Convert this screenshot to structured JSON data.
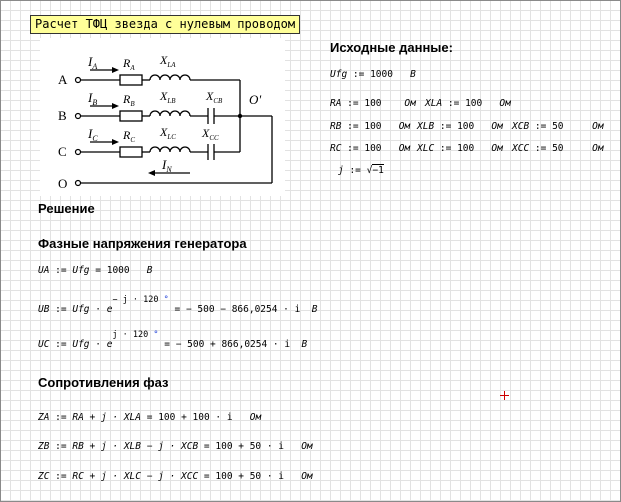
{
  "title": "Расчет ТФЦ звезда с нулевым проводом",
  "given": {
    "heading": "Исходные данные:",
    "ufg": {
      "name": "Ufg",
      "value": "1000",
      "unit": "В"
    },
    "ra": {
      "name": "RA",
      "value": "100",
      "unit": "Ом"
    },
    "xla": {
      "name": "XLA",
      "value": "100",
      "unit": "Ом"
    },
    "rb": {
      "name": "RB",
      "value": "100",
      "unit": "Ом"
    },
    "xlb": {
      "name": "XLB",
      "value": "100",
      "unit": "Ом"
    },
    "xcb": {
      "name": "XCB",
      "value": "50",
      "unit": "Ом"
    },
    "rc": {
      "name": "RC",
      "value": "100",
      "unit": "Ом"
    },
    "xlc": {
      "name": "XLC",
      "value": "100",
      "unit": "Ом"
    },
    "xcc": {
      "name": "XCC",
      "value": "50",
      "unit": "Ом"
    },
    "j": {
      "name": "j",
      "radicand": "−1"
    }
  },
  "circuit": {
    "nodes": [
      "A",
      "B",
      "C",
      "O"
    ],
    "neutral_point": "O'",
    "currents": [
      "I",
      "I",
      "I",
      "I"
    ],
    "current_subs": [
      "A",
      "B",
      "C",
      "N"
    ],
    "resistors": [
      "R",
      "R",
      "R"
    ],
    "resistor_subs": [
      "A",
      "B",
      "C"
    ],
    "inductors": [
      "X",
      "X",
      "X"
    ],
    "inductor_subs": [
      "LA",
      "LB",
      "LC"
    ],
    "capacitors": [
      "X",
      "X"
    ],
    "capacitor_subs": [
      "CB",
      "CC"
    ]
  },
  "solution": {
    "heading": "Решение",
    "voltages_heading": "Фазные напряжения генератора",
    "ua": {
      "lhs": "UA",
      "rhs": "Ufg",
      "eq": "=",
      "result": "1000",
      "unit": "В"
    },
    "ub": {
      "lhs": "UB",
      "rhs": "Ufg",
      "exp_base": "e",
      "exp": "− j · 120",
      "degree": "°",
      "eq": "=",
      "result": "− 500 − 866,0254 · i",
      "unit": "В"
    },
    "uc": {
      "lhs": "UC",
      "rhs": "Ufg",
      "exp_base": "e",
      "exp": "j · 120",
      "degree": "°",
      "eq": "=",
      "result": "− 500 + 866,0254 · i",
      "unit": "В"
    },
    "impedances_heading": "Сопротивления фаз",
    "za": {
      "lhs": "ZA",
      "expr": "RA + j · XLA",
      "eq": "=",
      "result": "100 + 100 · i",
      "unit": "Ом"
    },
    "zb": {
      "lhs": "ZB",
      "expr": "RB + j · XLB − j · XCB",
      "eq": "=",
      "result": "100 + 50 · i",
      "unit": "Ом"
    },
    "zc": {
      "lhs": "ZC",
      "expr": "RC + j · XLC − j · XCC",
      "eq": "=",
      "result": "100 + 50 · i",
      "unit": "Ом"
    }
  },
  "colors": {
    "title_bg": "#ffff99",
    "accent": "#1a3cd8",
    "cursor": "#cc0000",
    "grid": "#e2e2e2"
  }
}
